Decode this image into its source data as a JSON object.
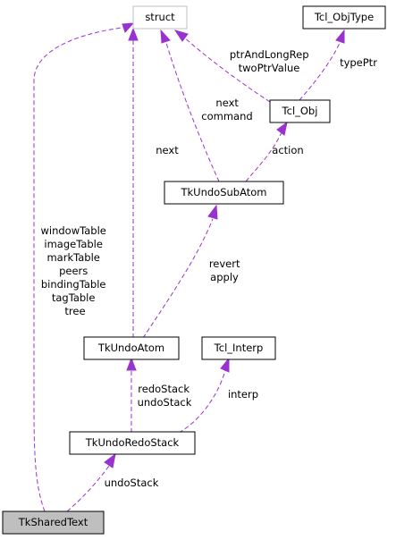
{
  "nodes": {
    "struct": "struct",
    "tcl_objtype": "Tcl_ObjType",
    "tcl_obj": "Tcl_Obj",
    "tkundosubatom": "TkUndoSubAtom",
    "tkundoatom": "TkUndoAtom",
    "tcl_interp": "Tcl_Interp",
    "tkundoredostack": "TkUndoRedoStack",
    "tksharedtext": "TkSharedText"
  },
  "edges": {
    "shared_to_struct": [
      "windowTable",
      "imageTable",
      "markTable",
      "peers",
      "bindingTable",
      "tagTable",
      "tree"
    ],
    "atom_to_struct": [
      "next"
    ],
    "subatom_to_struct": [
      "next",
      "command"
    ],
    "obj_to_struct": [
      "ptrAndLongRep",
      "twoPtrValue"
    ],
    "obj_to_objtype": [
      "typePtr"
    ],
    "subatom_to_obj": [
      "action"
    ],
    "atom_to_subatom": [
      "revert",
      "apply"
    ],
    "stack_to_atom": [
      "redoStack",
      "undoStack"
    ],
    "stack_to_interp": [
      "interp"
    ],
    "shared_to_stack": [
      "undoStack"
    ]
  },
  "colors": {
    "edge": "#9a32cd",
    "node_border": "#000000",
    "external_border": "#bfbfbf",
    "highlight_fill": "#bfbfbf"
  }
}
